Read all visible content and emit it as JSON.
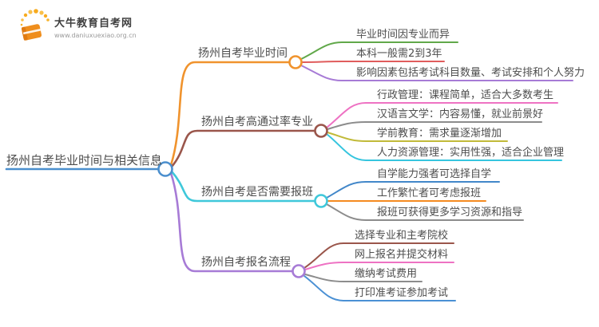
{
  "logo": {
    "title": "大牛教育自考网",
    "url": "www.daniuxuexiao.org.cn",
    "brand_color": "#ef8e1d"
  },
  "palette": {
    "text": "#4d4d4d",
    "background": "#ffffff"
  },
  "mindmap": {
    "root": {
      "label": "扬州自考毕业时间与相关信息",
      "color": "#4b8fce"
    },
    "branches": [
      {
        "label": "扬州自考毕业时间",
        "color": "#f0932d",
        "children": [
          {
            "label": "毕业时间因专业而异",
            "color": "#61a84a"
          },
          {
            "label": "本科一般需2到3年",
            "color": "#e05c5c"
          },
          {
            "label": "影响因素包括考试科目数量、考试安排和个人努力",
            "color": "#a77bd6"
          }
        ]
      },
      {
        "label": "扬州自考高通过率专业",
        "color": "#9a564b",
        "children": [
          {
            "label": "行政管理：课程简单，适合大多数考生",
            "color": "#ee72c3"
          },
          {
            "label": "汉语言文学：内容易懂，就业前景好",
            "color": "#8c8c8c"
          },
          {
            "label": "学前教育：需求量逐渐增加",
            "color": "#c1ba39"
          },
          {
            "label": "人力资源管理：实用性强，适合企业管理",
            "color": "#36c5de"
          }
        ]
      },
      {
        "label": "扬州自考是否需要报班",
        "color": "#3fc8da",
        "children": [
          {
            "label": "自学能力强者可选择自学",
            "color": "#4287c9"
          },
          {
            "label": "工作繁忙者可考虑报班",
            "color": "#f58a20"
          },
          {
            "label": "报班可获得更多学习资源和指导",
            "color": "#8c8c8c"
          }
        ]
      },
      {
        "label": "扬州自考报名流程",
        "color": "#a77bd6",
        "children": [
          {
            "label": "选择专业和主考院校",
            "color": "#9a564b"
          },
          {
            "label": "网上报名并提交材料",
            "color": "#ee72c3"
          },
          {
            "label": "缴纳考试费用",
            "color": "#8c8c8c"
          },
          {
            "label": "打印准考证参加考试",
            "color": "#4a90d4"
          }
        ]
      }
    ]
  }
}
